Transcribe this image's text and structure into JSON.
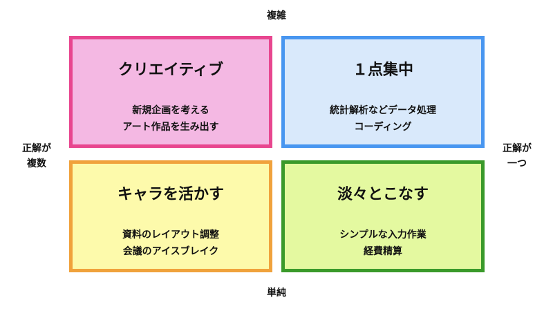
{
  "axes": {
    "top": "複雑",
    "bottom": "単純",
    "left": [
      "正解が",
      "複数"
    ],
    "right": [
      "正解が",
      "一つ"
    ]
  },
  "quadrants": [
    {
      "title": "クリエイティブ",
      "desc": [
        "新規企画を考える",
        "アート作品を生み出す"
      ],
      "fill": "#f4b8e3",
      "border": "#e8468f"
    },
    {
      "title": "１点集中",
      "desc": [
        "統計解析などデータ処理",
        "コーディング"
      ],
      "fill": "#d9e9fb",
      "border": "#4896f0"
    },
    {
      "title": "キャラを活かす",
      "desc": [
        "資料のレイアウト調整",
        "会議のアイスブレイク"
      ],
      "fill": "#fdfaab",
      "border": "#f0a23c"
    },
    {
      "title": "淡々とこなす",
      "desc": [
        "シンプルな入力作業",
        "経費精算"
      ],
      "fill": "#e4f9a0",
      "border": "#3a9a2a"
    }
  ]
}
